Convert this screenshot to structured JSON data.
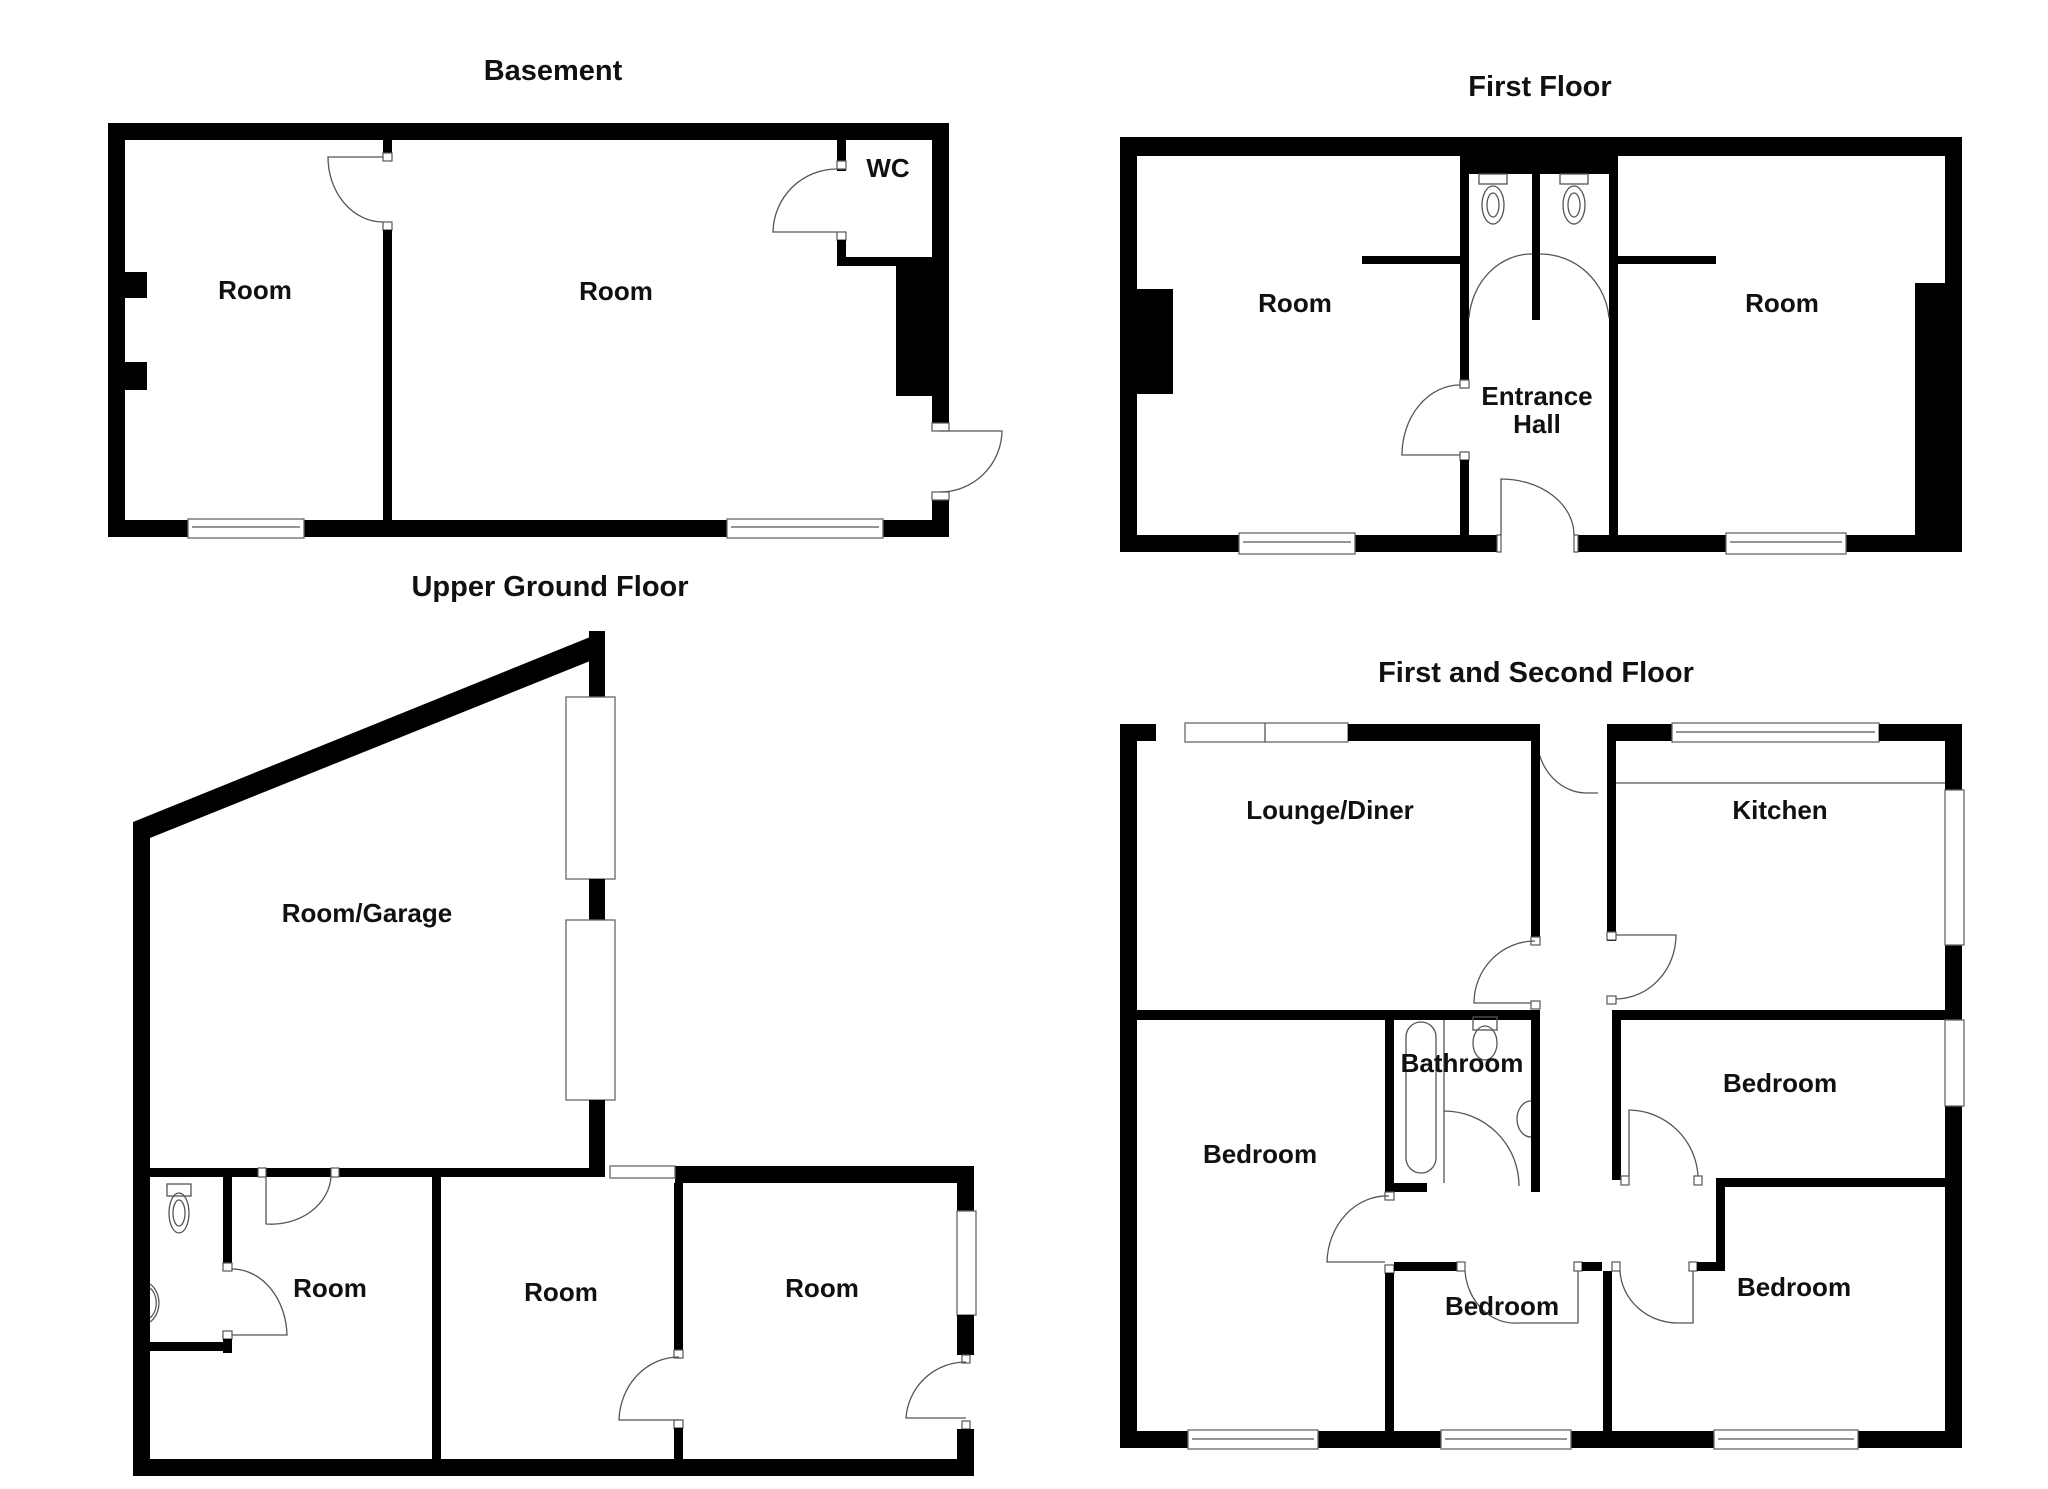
{
  "floors": {
    "basement": {
      "title": "Basement",
      "rooms": [
        {
          "label": "Room"
        },
        {
          "label": "Room"
        },
        {
          "label": "WC"
        }
      ]
    },
    "first_floor": {
      "title": "First Floor",
      "rooms": [
        {
          "label": "Room"
        },
        {
          "label": "Entrance"
        },
        {
          "label": "Hall"
        },
        {
          "label": "Room"
        }
      ]
    },
    "upper_ground_floor": {
      "title": "Upper Ground Floor",
      "rooms": [
        {
          "label": "Room/Garage"
        },
        {
          "label": "Room"
        },
        {
          "label": "Room"
        },
        {
          "label": "Room"
        }
      ]
    },
    "first_and_second_floor": {
      "title": "First and Second Floor",
      "rooms": [
        {
          "label": "Lounge/Diner"
        },
        {
          "label": "Kitchen"
        },
        {
          "label": "Bathroom"
        },
        {
          "label": "Bedroom"
        },
        {
          "label": "Bedroom"
        },
        {
          "label": "Bedroom"
        },
        {
          "label": "Bedroom"
        }
      ]
    }
  },
  "colors": {
    "wall": "#000000",
    "background": "#ffffff",
    "fixture_line": "#555555"
  }
}
